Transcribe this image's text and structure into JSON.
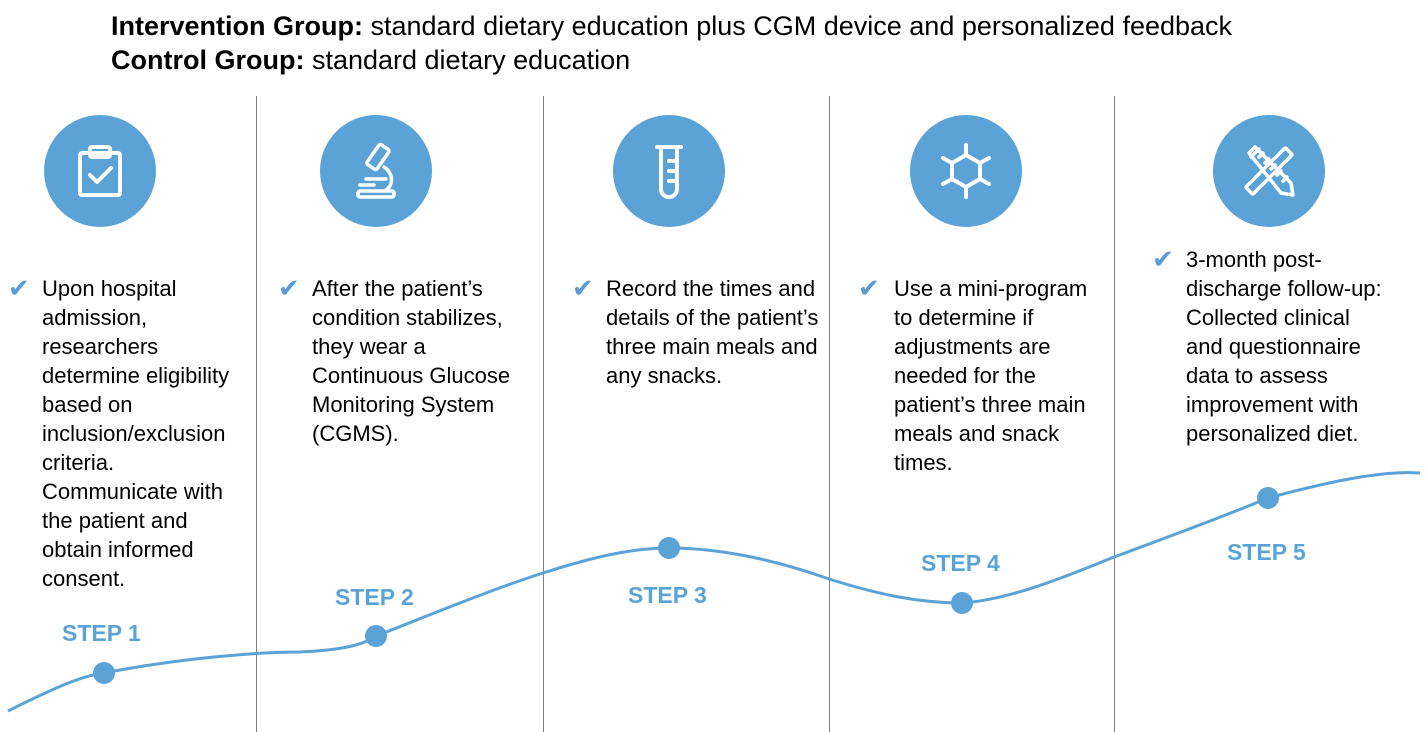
{
  "header": {
    "intervention_label": "Intervention Group:",
    "intervention_text": " standard dietary education plus CGM device and personalized feedback",
    "control_label": "Control Group:",
    "control_text": " standard dietary education"
  },
  "check_glyph": "✔",
  "steps": [
    {
      "label": "STEP 1",
      "icon": "clipboard-check-icon",
      "text": "Upon hospital admission, researchers determine eligibility based on inclusion/exclusion criteria. Communicate with the patient and obtain informed consent."
    },
    {
      "label": "STEP 2",
      "icon": "microscope-icon",
      "text": "After the patient’s condition stabilizes, they wear a Continuous Glucose Monitoring System (CGMS)."
    },
    {
      "label": "STEP 3",
      "icon": "test-tube-icon",
      "text": "Record the times and details of the patient’s three main meals and any snacks."
    },
    {
      "label": "STEP 4",
      "icon": "hexagon-network-icon",
      "text": "Use a mini-program to determine if adjustments are needed for the patient’s three main meals and snack times."
    },
    {
      "label": "STEP 5",
      "icon": "ruler-pencil-icon",
      "text": "3-month post-discharge follow-up: Collected clinical and questionnaire data to assess improvement with personalized diet."
    }
  ],
  "colors": {
    "accent": "#5ba3d6",
    "divider": "#7f7f7f"
  }
}
